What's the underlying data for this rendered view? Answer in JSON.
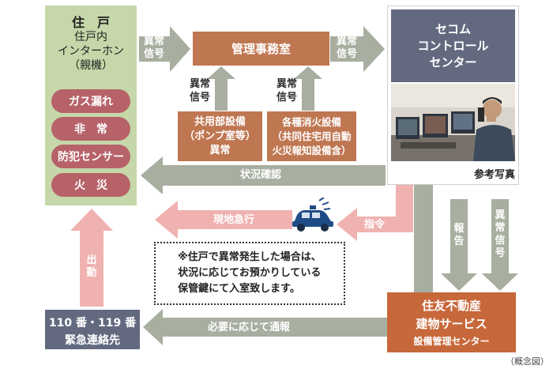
{
  "unit": {
    "title": "住　戸",
    "subtitle": "住戸内\nインターホン\n（親機）",
    "alarms": [
      "ガス漏れ",
      "非　常",
      "防犯センサー",
      "火　災"
    ]
  },
  "office": {
    "label": "管理事務室"
  },
  "secom": {
    "label": "セコム\nコントロール\nセンター",
    "photo_caption": "参考写真"
  },
  "common_equipment": {
    "label": "共用部設備\n（ポンプ室等）\n異常"
  },
  "fire_equipment": {
    "label": "各種消火設備\n（共同住宅用自動\n火災報知設備含）"
  },
  "sumitomo": {
    "line1": "住友不動産",
    "line2": "建物サービス",
    "line3": "設備管理センター"
  },
  "emergency": {
    "line1": "110 番・119 番",
    "line2": "緊急連絡先"
  },
  "arrows": {
    "abnormal_signal": "異常\n信号",
    "status_check": "状況確認",
    "rush": "現地急行",
    "command": "指令",
    "report": "報\n告",
    "abnormal_signal_v": "異\n常\n信\n号",
    "dispatch": "出\n動",
    "notify": "必要に応じて通報"
  },
  "note": "※住戸で異常発生した場合は、\n状況に応じてお預かりしている\n保管鍵にて入室致します。",
  "caption": "（概念図）",
  "colors": {
    "green": "#c6d7a9",
    "arrow_gray": "#a8aea0",
    "brown": "#bf7752",
    "alarm": "#b66268",
    "pink": "#efb2b0",
    "slate": "#636a80",
    "orange": "#c7683b"
  }
}
